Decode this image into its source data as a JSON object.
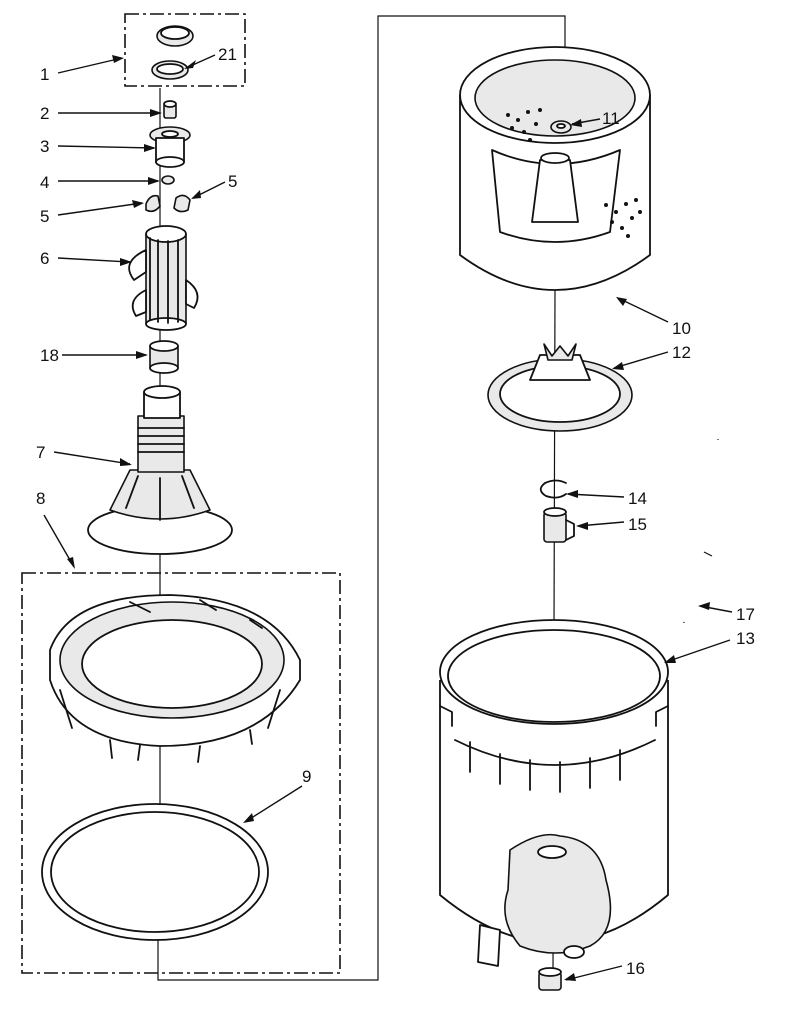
{
  "callouts": {
    "c1": "1",
    "c2": "2",
    "c3": "3",
    "c4": "4",
    "c5a": "5",
    "c5b": "5",
    "c6": "6",
    "c7": "7",
    "c8": "8",
    "c9": "9",
    "c10": "10",
    "c11": "11",
    "c12": "12",
    "c13": "13",
    "c14": "14",
    "c15": "15",
    "c16": "16",
    "c17": "17",
    "c18": "18",
    "c21": "21"
  },
  "colors": {
    "line": "#111111",
    "background": "#ffffff",
    "shade": "#e9e9e9"
  }
}
